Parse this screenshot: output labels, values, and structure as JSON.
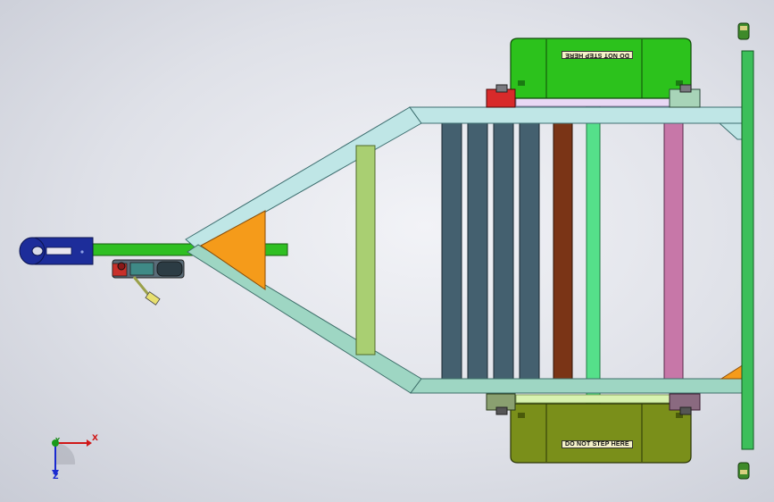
{
  "viewport": {
    "background_top": "#f2f3f7",
    "background_edge": "#c9ccd6"
  },
  "model": {
    "fender_top_label": "DO NOT STEP HERE",
    "fender_bottom_label": "DO NOT STEP HERE"
  },
  "triad": {
    "x_label": "X",
    "y_label": "Y",
    "z_label": "Z"
  },
  "colors": {
    "frame_tube": "#bfe6e6",
    "frame_tube_lower": "#9ed6c3",
    "fender": "#2cc21c",
    "fender_bottom": "#7a8f1a",
    "tongue": "#2fbf22",
    "gusset": "#f59b1a",
    "crossbar_dark": "#44606f",
    "crossbar_rust": "#7a3416",
    "crossbar_pink": "#c777a8",
    "axle": "#55e08a",
    "coupler": "#1d2d9a",
    "side_rail": "#3cbf5a"
  }
}
